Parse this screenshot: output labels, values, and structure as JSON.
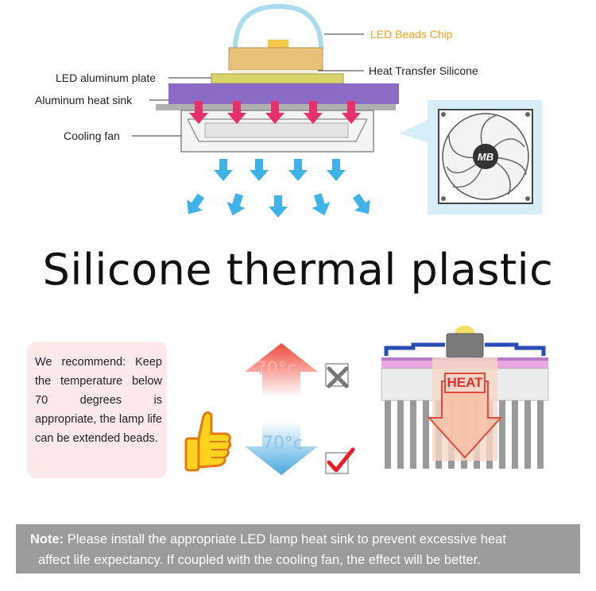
{
  "labels": {
    "led_beads_chip": "LED Beads Chip",
    "heat_transfer_silicone": "Heat Transfer Silicone",
    "led_aluminum_plate": "LED aluminum plate",
    "aluminum_heat_sink": "Aluminum heat sink",
    "cooling_fan": "Cooling fan"
  },
  "fan_logo": "MB",
  "title": "Silicone thermal plastic",
  "recommend": {
    "text": "We recommend: Keep the temperature below 70 degrees is appropriate, the lamp life can be extended beads."
  },
  "temp_up": "70°c",
  "temp_down": "70°c",
  "heat_label": "HEAT",
  "note": {
    "prefix": "Note:",
    "line1": " Please install the appropriate LED lamp heat sink to prevent excessive heat",
    "line2": "affect life expectancy. If coupled with the cooling fan, the effect will be better."
  },
  "colors": {
    "label_orange": "#f0a020",
    "heatsink_purple": "#8a6cc4",
    "arrow_pink": "#e8306a",
    "airflow_blue": "#3fb3e8",
    "hot_red": "#f04a3a",
    "cool_blue": "#4aa8e0",
    "check_red": "#e8202a",
    "note_gray": "#9b9b9b"
  }
}
